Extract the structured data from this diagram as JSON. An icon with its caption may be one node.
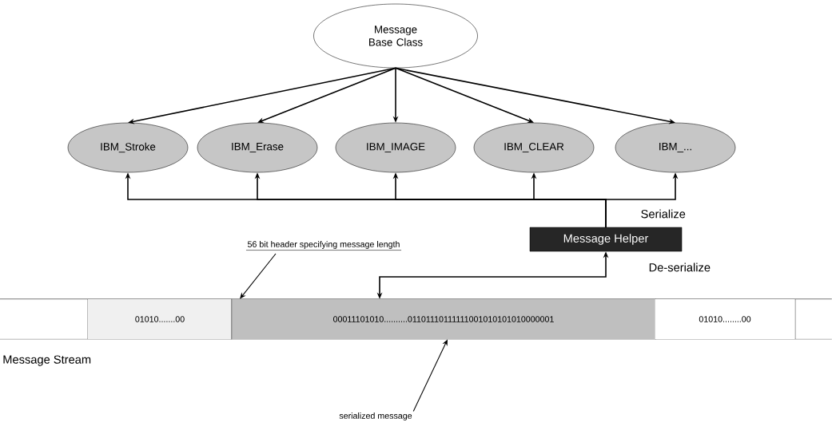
{
  "diagram": {
    "nodes": [
      {
        "text": [
          "Message Base Class"
        ]
      },
      {
        "text": [
          "IBM_Stroke"
        ]
      },
      {
        "text": [
          "IBM_Erase"
        ]
      },
      {
        "text": [
          "IBM_IMAGE"
        ]
      },
      {
        "text": [
          "IBM_CLEAR"
        ]
      },
      {
        "text": [
          "IBM_..."
        ]
      },
      {
        "text": [
          "Message Helper"
        ]
      },
      {
        "text": [
          "Message Stream"
        ]
      },
      {
        "text": [
          "01010.......00"
        ],
        "in": 7
      },
      {
        "text": [
          "00011101010..........01101110111111001010101010000001"
        ],
        "in": 7
      },
      {
        "text": [
          "01010........00"
        ],
        "in": 7
      },
      {
        "text": [
          "56 bit header specifying message length"
        ]
      },
      {
        "text": [
          "serialized message"
        ]
      }
    ],
    "edges": [
      {
        "from": 0,
        "to": 1,
        "arrow": "to"
      },
      {
        "from": 0,
        "to": 2,
        "arrow": "to"
      },
      {
        "from": 0,
        "to": 3,
        "arrow": "to"
      },
      {
        "from": 0,
        "to": 4,
        "arrow": "to"
      },
      {
        "from": 0,
        "to": 5,
        "arrow": "to"
      },
      {
        "from": 6,
        "to": 1,
        "arrow": "to"
      },
      {
        "from": 6,
        "to": 2,
        "arrow": "to"
      },
      {
        "from": 6,
        "to": 3,
        "arrow": "to"
      },
      {
        "from": 6,
        "to": 4,
        "arrow": "to"
      },
      {
        "from": 6,
        "to": 5,
        "arrow": "to",
        "label": "Serialize"
      },
      {
        "from": 6,
        "to": 9,
        "arrow": "both",
        "label": "De-serialize"
      },
      {
        "from": 11,
        "to": 8,
        "arrow": "to"
      },
      {
        "from": 12,
        "to": 9,
        "arrow": "to"
      }
    ]
  }
}
